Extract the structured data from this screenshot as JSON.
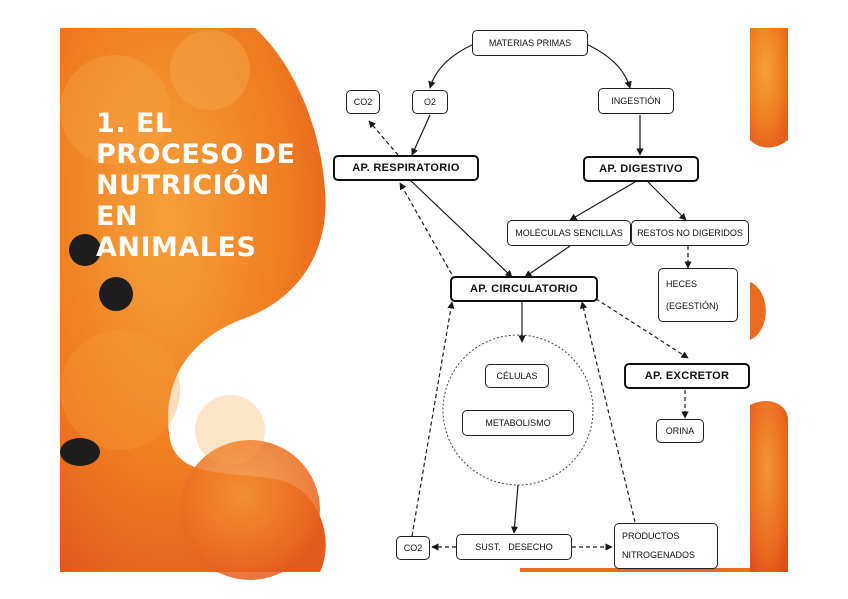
{
  "slide": {
    "title": "1. EL\nPROCESO DE\nNUTRICIÓN\nEN\nANIMALES"
  },
  "diagram": {
    "materias_primas": "MATERIAS PRIMAS",
    "co2_top": "CO2",
    "o2": "O2",
    "ingestion": "INGESTIÓN",
    "ap_respiratorio": "AP. RESPIRATORIO",
    "ap_digestivo": "AP. DIGESTIVO",
    "moleculas_sencillas": "MOLÉCULAS SENCILLAS",
    "restos_no_digeridos": "RESTOS NO DIGERIDOS",
    "heces": "HECES\n(EGESTIÓN)",
    "ap_circulatorio": "AP. CIRCULATORIO",
    "celulas": "CÉLULAS",
    "metabolismo": "METABOLISMO",
    "ap_excretor": "AP. EXCRETOR",
    "orina": "ORINA",
    "co2_bottom": "CO2",
    "sust_desecho": "SUST.   DESECHO",
    "productos_nitrogenados": "PRODUCTOS\nNITROGENADOS"
  },
  "colors": {
    "orange": "#f28a1e",
    "dark_orange": "#e3551c",
    "white": "#ffffff",
    "line": "#1a1a1a"
  }
}
